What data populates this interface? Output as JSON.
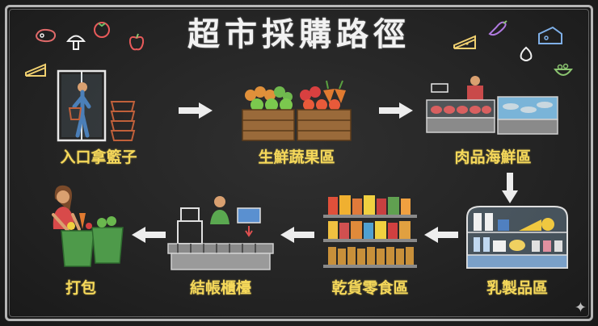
{
  "title": "超市採購路徑",
  "steps": [
    {
      "label": "入口拿籃子",
      "icon": "entrance-basket-icon"
    },
    {
      "label": "生鮮蔬果區",
      "icon": "produce-crates-icon"
    },
    {
      "label": "肉品海鮮區",
      "icon": "meat-seafood-counter-icon"
    },
    {
      "label": "乳製品區",
      "icon": "dairy-fridge-icon"
    },
    {
      "label": "乾貨零食區",
      "icon": "dry-goods-shelf-icon"
    },
    {
      "label": "結帳櫃檯",
      "icon": "checkout-counter-icon"
    },
    {
      "label": "打包",
      "icon": "packing-bags-icon"
    }
  ],
  "colors": {
    "board": "#262626",
    "chalk": "#f2f2f2",
    "label": "#f5d85a"
  }
}
